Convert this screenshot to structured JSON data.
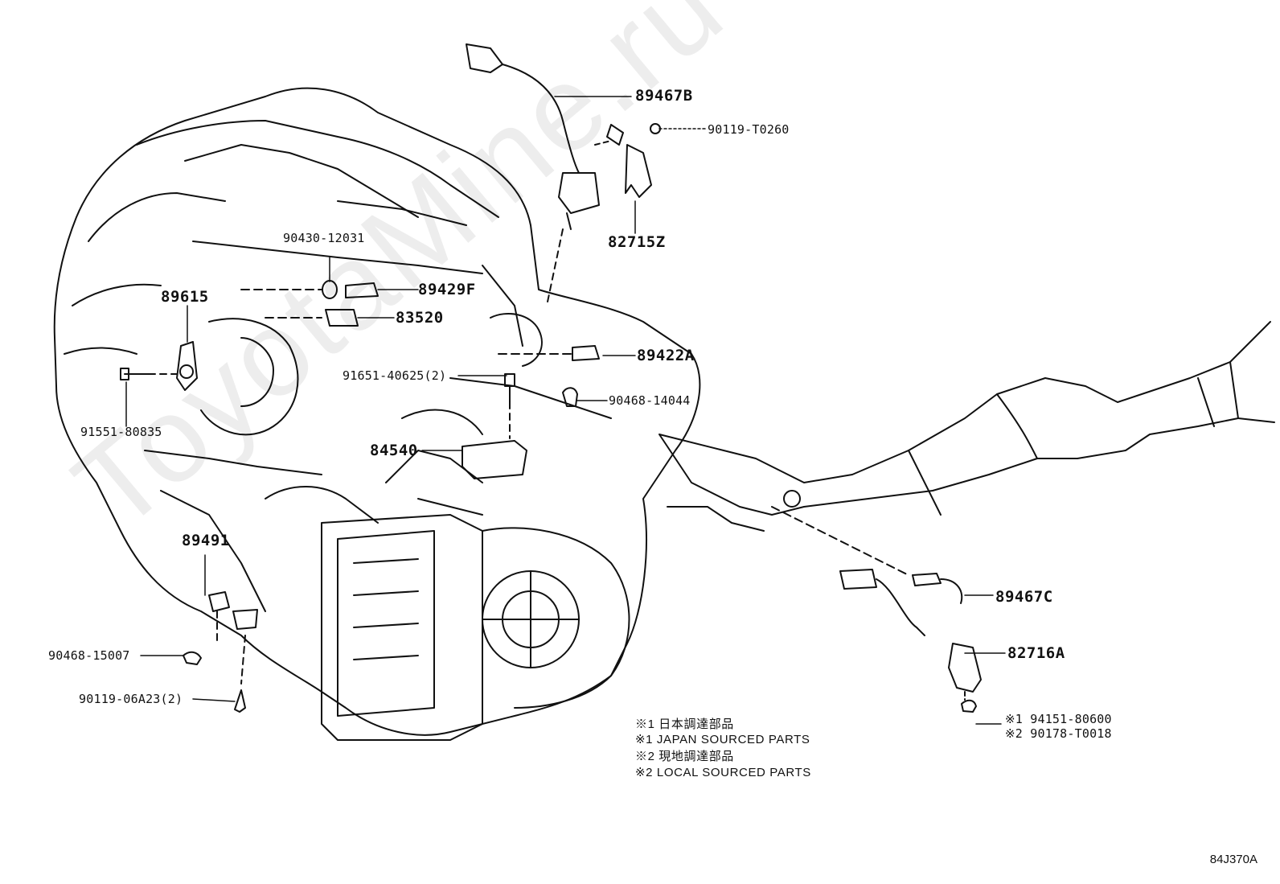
{
  "watermark": "ToyotaMine.ru",
  "parts": {
    "p89467B": "89467B",
    "p90119_T0260": "90119-T0260",
    "p82715Z": "82715Z",
    "p90430_12031": "90430-12031",
    "p89429F": "89429F",
    "p89615": "89615",
    "p83520": "83520",
    "p89422A": "89422A",
    "p91651_40625": "91651-40625(2)",
    "p90468_14044": "90468-14044",
    "p91551_80835": "91551-80835",
    "p84540": "84540",
    "p89491": "89491",
    "p89467C": "89467C",
    "p82716A": "82716A",
    "p90468_15007": "90468-15007",
    "p90119_06A23": "90119-06A23(2)",
    "p94151_80600": "※1 94151-80600",
    "p90178_T0018": "※2 90178-T0018"
  },
  "notes": {
    "n1": "※1 日本調達部品",
    "n2": "※1 JAPAN SOURCED PARTS",
    "n3": "※2 現地調達部品",
    "n4": "※2 LOCAL SOURCED PARTS"
  },
  "ref_code": "84J370A"
}
